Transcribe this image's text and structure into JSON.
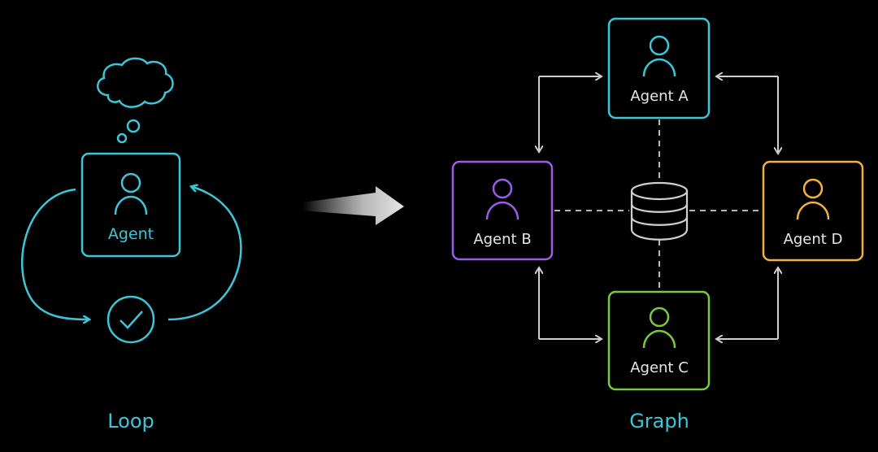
{
  "loop": {
    "agent_label": "Agent",
    "caption": "Loop",
    "color": "#3cc6d8"
  },
  "graph": {
    "caption": "Graph",
    "caption_color": "#3cc6d8",
    "connector_color": "#cfcfcf",
    "agents": [
      {
        "id": "a",
        "label": "Agent A",
        "color": "#3cc6d8"
      },
      {
        "id": "b",
        "label": "Agent B",
        "color": "#9b5de5"
      },
      {
        "id": "c",
        "label": "Agent C",
        "color": "#7ac943"
      },
      {
        "id": "d",
        "label": "Agent D",
        "color": "#f2b33d"
      }
    ]
  },
  "icons": {
    "agent": "person-icon",
    "thought": "thought-cloud-icon",
    "check": "checkmark-circle-icon",
    "store": "database-icon",
    "transition": "arrow-right-icon"
  }
}
